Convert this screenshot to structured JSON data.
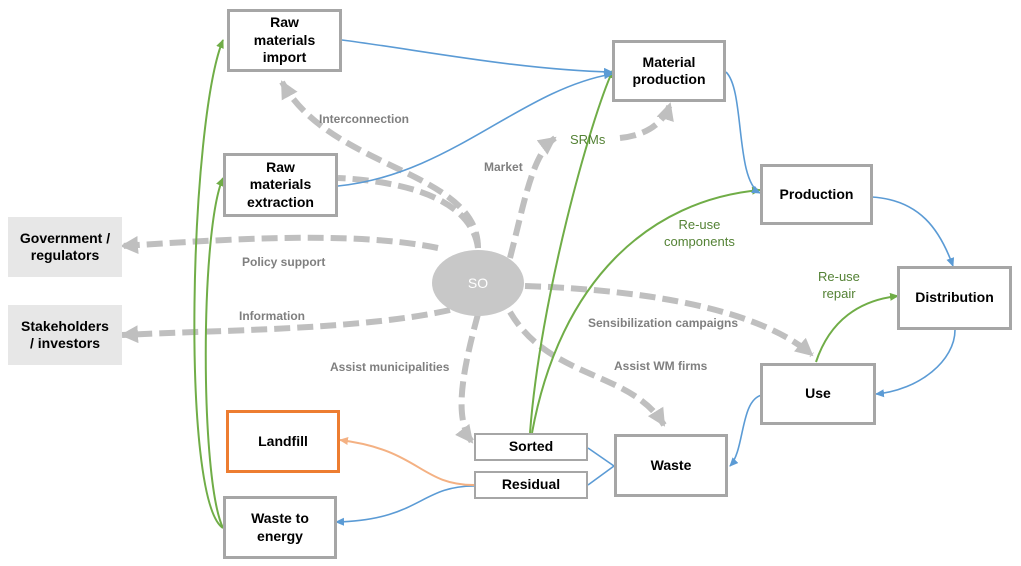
{
  "nodes": {
    "raw_import": "Raw\nmaterials\nimport",
    "raw_extraction": "Raw\nmaterials\nextraction",
    "material_production": "Material\nproduction",
    "production": "Production",
    "distribution": "Distribution",
    "use": "Use",
    "waste": "Waste",
    "sorted": "Sorted",
    "residual": "Residual",
    "landfill": "Landfill",
    "waste_to_energy": "Waste to\nenergy",
    "government": "Government /\nregulators",
    "stakeholders": "Stakeholders\n/ investors",
    "so": "SO"
  },
  "labels": {
    "interconnection": "Interconnection",
    "market": "Market",
    "srms": "SRMs",
    "policy_support": "Policy support",
    "information": "Information",
    "sensibilization": "Sensibilization  campaigns",
    "assist_municipalities": "Assist  municipalities",
    "assist_wm": "Assist WM firms",
    "reuse_components": "Re-use\ncomponents",
    "reuse_repair": "Re-use\nrepair"
  },
  "colors": {
    "material_flow": "#5b9bd5",
    "circular_flow": "#70ad47",
    "landfill_flow": "#f4b183",
    "so_action": "#bfbfbf",
    "box_border": "#a6a6a6",
    "landfill_border": "#ed7d31"
  }
}
